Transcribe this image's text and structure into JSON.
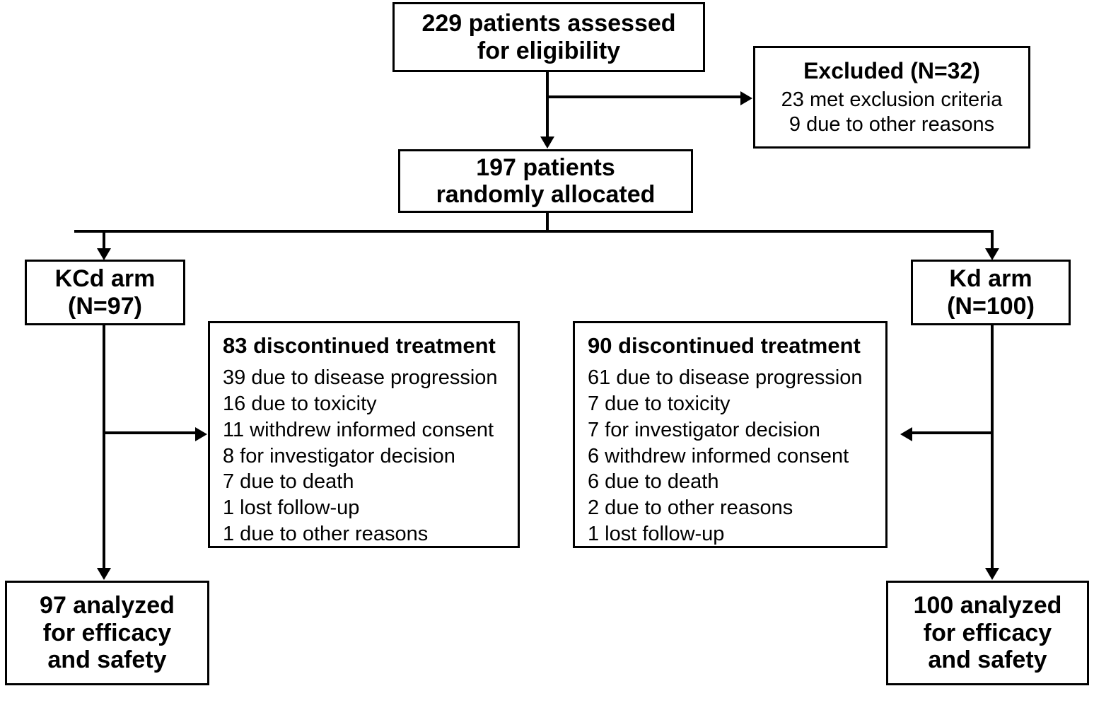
{
  "diagram": {
    "type": "consort-flow-diagram",
    "nodes": {
      "assessed": {
        "title": "229 patients assessed\nfor eligibility"
      },
      "excluded": {
        "title": "Excluded (N=32)",
        "lines": [
          "23 met exclusion criteria",
          "9 due to other reasons"
        ]
      },
      "randomized": {
        "title": "197 patients\nrandomly allocated"
      },
      "arm_left": {
        "title": "KCd arm\n(N=97)"
      },
      "arm_right": {
        "title": "Kd arm\n(N=100)"
      },
      "discontinued_left": {
        "title": "83 discontinued treatment",
        "lines": [
          "39 due to disease progression",
          "16 due to toxicity",
          "11 withdrew informed consent",
          "8 for investigator decision",
          "7 due to death",
          "1 lost follow-up",
          "1 due to other reasons"
        ]
      },
      "discontinued_right": {
        "title": "90 discontinued treatment",
        "lines": [
          "61 due to disease progression",
          "7 due to toxicity",
          "7 for investigator decision",
          "6 withdrew informed consent",
          "6 due to death",
          "2 due to other reasons",
          "1 lost follow-up"
        ]
      },
      "analyzed_left": {
        "title": "97 analyzed\nfor efficacy\nand safety"
      },
      "analyzed_right": {
        "title": "100 analyzed\nfor efficacy\nand safety"
      }
    },
    "colors": {
      "stroke": "#000000",
      "background": "#ffffff",
      "text": "#000000"
    }
  }
}
